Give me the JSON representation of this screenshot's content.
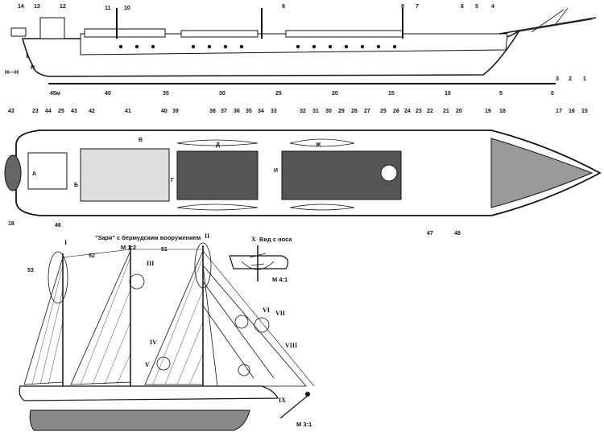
{
  "side_view": {
    "labels": [
      "14",
      "13",
      "12",
      "11",
      "10",
      "9",
      "8",
      "7",
      "6",
      "5",
      "4",
      "3",
      "2",
      "1"
    ],
    "section_mark": "I",
    "section_letter": "Н",
    "section_key": "Н—Н",
    "scale_labels": [
      "45м",
      "40",
      "35",
      "30",
      "25",
      "20",
      "15",
      "10",
      "5",
      "0"
    ]
  },
  "plan_view": {
    "labels_top": [
      "43",
      "23",
      "44",
      "25",
      "43",
      "42",
      "41",
      "40",
      "39",
      "38",
      "37",
      "36",
      "35",
      "34",
      "33",
      "32",
      "31",
      "30",
      "29",
      "28",
      "27",
      "25",
      "26",
      "24",
      "23",
      "22",
      "21",
      "20",
      "19",
      "18",
      "17",
      "16",
      "15"
    ],
    "labels_bottom": [
      "18",
      "46",
      "47",
      "48"
    ],
    "marks": [
      "А",
      "Б",
      "В",
      "Г",
      "Д",
      "Ж",
      "И"
    ]
  },
  "rig_view": {
    "title": "\"Заря\" с бермудским вооружением",
    "scale": "М 1:2",
    "roman_callouts": [
      "I",
      "II",
      "III",
      "IV",
      "V",
      "VI",
      "VII",
      "VIII",
      "IX",
      "X"
    ],
    "numbers": [
      "52",
      "53",
      "51"
    ]
  },
  "detail_x": {
    "title": "Вид с носа",
    "numeral": "X",
    "scale": "М 4:1"
  },
  "detail_ix": {
    "numeral": "IX",
    "scale": "М 3:1"
  }
}
